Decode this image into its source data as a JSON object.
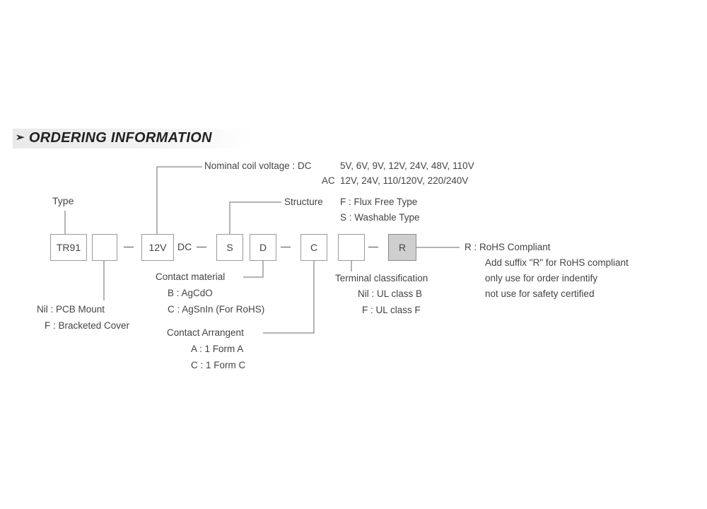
{
  "heading": {
    "arrow": "➢",
    "title": "ORDERING INFORMATION"
  },
  "code_boxes": {
    "type": "TR91",
    "mounting": "",
    "voltage": "12V",
    "voltage_suffix": "DC",
    "structure": "S",
    "contact_material": "D",
    "contact_arrangement": "C",
    "terminal": "",
    "rohs": "R"
  },
  "annotations": {
    "type_label": "Type",
    "nominal_voltage": {
      "label": "Nominal coil voltage : DC",
      "dc_values": "5V, 6V, 9V, 12V, 24V, 48V, 110V",
      "ac_label": "AC",
      "ac_values": "12V, 24V, 110/120V, 220/240V"
    },
    "structure": {
      "label": "Structure",
      "option1": "F : Flux Free Type",
      "option2": "S : Washable Type"
    },
    "contact_material": {
      "label": "Contact material",
      "option1": "B : AgCdO",
      "option2": "C : AgSnIn  (For RoHS)"
    },
    "mounting": {
      "option1": "Nil : PCB Mount",
      "option2": "F : Bracketed Cover"
    },
    "contact_arrangement": {
      "label": "Contact Arrangent",
      "option1": "A : 1 Form A",
      "option2": "C : 1 Form C"
    },
    "terminal": {
      "label": "Terminal classification",
      "option1": "Nil : UL class B",
      "option2": "F : UL class F"
    },
    "rohs": {
      "label": "R : RoHS Compliant",
      "note1": "Add suffix \"R\" for RoHS compliant",
      "note2": "only use for order indentify",
      "note3": "not use for safety certified"
    }
  },
  "dash": "—"
}
